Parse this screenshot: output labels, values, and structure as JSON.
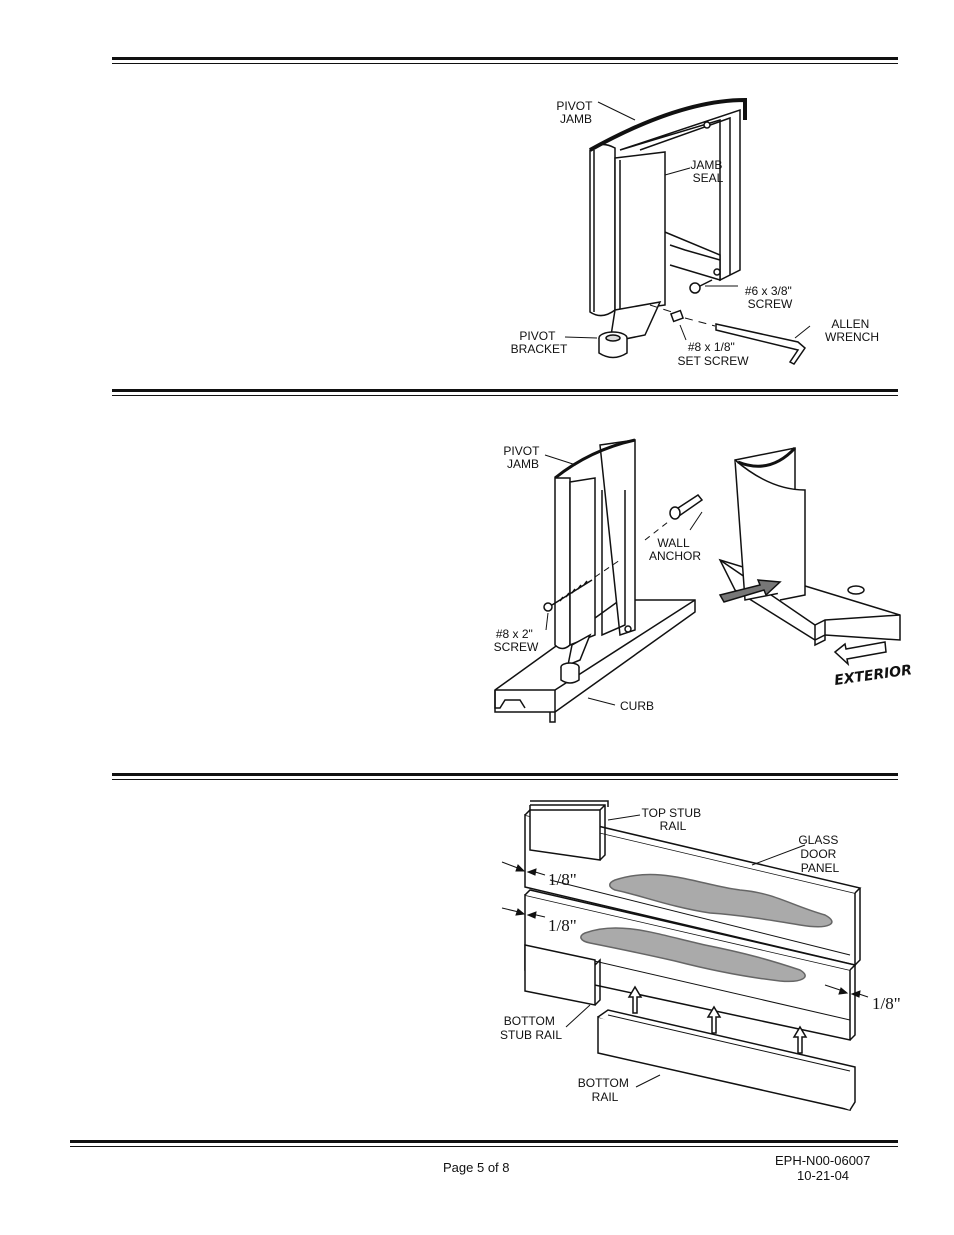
{
  "figure1": {
    "pivot_jamb": [
      "PIVOT",
      "JAMB"
    ],
    "jamb_seal": [
      "JAMB",
      "SEAL"
    ],
    "screw6": [
      "#6  x  3/8\"",
      "SCREW"
    ],
    "allen": [
      "ALLEN",
      "WRENCH"
    ],
    "pivot_bracket": [
      "PIVOT",
      "BRACKET"
    ],
    "set_screw": [
      "#8  x  1/8\"",
      "SET  SCREW"
    ]
  },
  "figure2": {
    "pivot_jamb": [
      "PIVOT",
      "JAMB"
    ],
    "wall_anchor": [
      "WALL",
      "ANCHOR"
    ],
    "screw8": [
      "#8  x  2\"",
      "SCREW"
    ],
    "curb": "CURB",
    "exterior": "EXTERIOR"
  },
  "figure3": {
    "top_stub_rail": [
      "TOP  STUB",
      "RAIL"
    ],
    "glass_door_panel": [
      "GLASS",
      "DOOR",
      "PANEL"
    ],
    "dim1": "1/8\"",
    "dim2": "1/8\"",
    "dim3": "1/8\"",
    "bottom_stub_rail": [
      "BOTTOM",
      "STUB  RAIL"
    ],
    "bottom_rail": [
      "BOTTOM",
      "RAIL"
    ]
  },
  "footer": {
    "page": "Page 5 of 8",
    "doc_number": "EPH-N00-06007",
    "date": "10-21-04"
  }
}
